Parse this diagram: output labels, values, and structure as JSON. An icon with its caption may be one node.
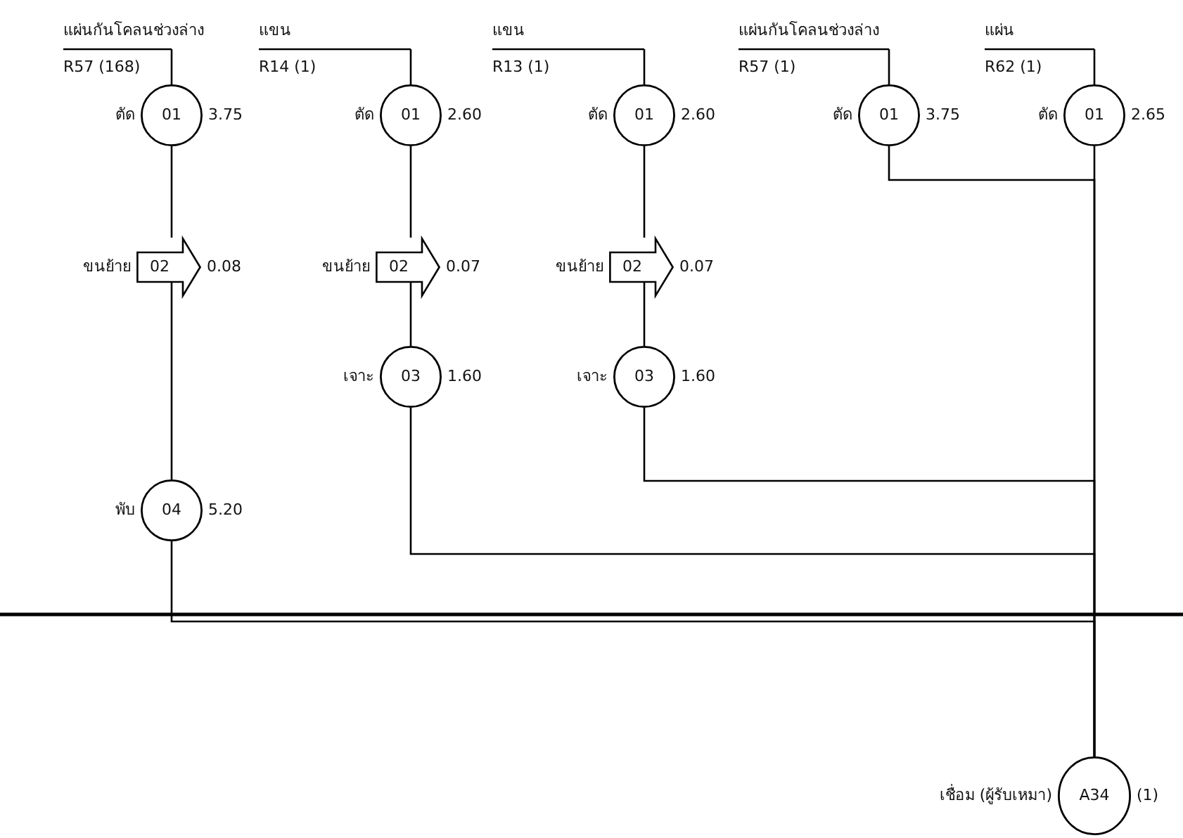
{
  "diagram": {
    "nodes": [
      {
        "text": [
          "แผ่นกันโคลนช่วงล่าง",
          "R57 (168)"
        ]
      },
      {
        "text": [
          "แขน",
          "R14 (1)"
        ]
      },
      {
        "text": [
          "แขน",
          "R13 (1)"
        ]
      },
      {
        "text": [
          "แผ่นกันโคลนช่วงล่าง",
          "R57 (1)"
        ]
      },
      {
        "text": [
          "แผ่น",
          "R62 (1)"
        ]
      },
      {
        "text": [
          "01"
        ],
        "beside": [
          "ตัด",
          "3.75"
        ]
      },
      {
        "text": [
          "01"
        ],
        "beside": [
          "ตัด",
          "2.60"
        ]
      },
      {
        "text": [
          "01"
        ],
        "beside": [
          "ตัด",
          "2.60"
        ]
      },
      {
        "text": [
          "01"
        ],
        "beside": [
          "ตัด",
          "3.75"
        ]
      },
      {
        "text": [
          "01"
        ],
        "beside": [
          "ตัด",
          "2.65"
        ]
      },
      {
        "text": [
          "02"
        ],
        "beside": [
          "ขนย้าย",
          "0.08"
        ]
      },
      {
        "text": [
          "02"
        ],
        "beside": [
          "ขนย้าย",
          "0.07"
        ]
      },
      {
        "text": [
          "02"
        ],
        "beside": [
          "ขนย้าย",
          "0.07"
        ]
      },
      {
        "text": [
          "03"
        ],
        "beside": [
          "เจาะ",
          "1.60"
        ]
      },
      {
        "text": [
          "03"
        ],
        "beside": [
          "เจาะ",
          "1.60"
        ]
      },
      {
        "text": [
          "04"
        ],
        "beside": [
          "พับ",
          "5.20"
        ]
      },
      {
        "text": [
          "A34"
        ],
        "beside": [
          "เชื่อม (ผู้รับเหมา)",
          "(1)"
        ]
      }
    ],
    "edges": [
      {
        "from": 0,
        "to": 5,
        "arrow": "none"
      },
      {
        "from": 1,
        "to": 6,
        "arrow": "none"
      },
      {
        "from": 2,
        "to": 7,
        "arrow": "none"
      },
      {
        "from": 3,
        "to": 8,
        "arrow": "none"
      },
      {
        "from": 4,
        "to": 9,
        "arrow": "none"
      },
      {
        "from": 5,
        "to": 10,
        "arrow": "none"
      },
      {
        "from": 10,
        "to": 15,
        "arrow": "none"
      },
      {
        "from": 15,
        "to": 16,
        "arrow": "none"
      },
      {
        "from": 6,
        "to": 11,
        "arrow": "none"
      },
      {
        "from": 11,
        "to": 13,
        "arrow": "none"
      },
      {
        "from": 13,
        "to": 16,
        "arrow": "none"
      },
      {
        "from": 7,
        "to": 12,
        "arrow": "none"
      },
      {
        "from": 12,
        "to": 14,
        "arrow": "none"
      },
      {
        "from": 14,
        "to": 16,
        "arrow": "none"
      },
      {
        "from": 8,
        "to": 16,
        "arrow": "none"
      },
      {
        "from": 9,
        "to": 16,
        "arrow": "none"
      }
    ]
  }
}
